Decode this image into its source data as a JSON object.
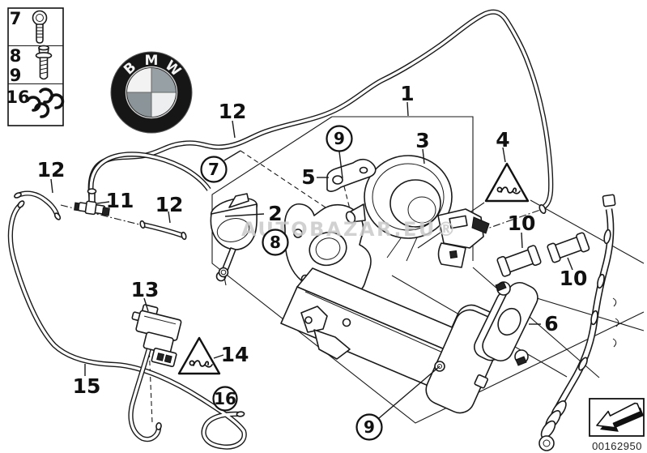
{
  "colors": {
    "line": "#1a1a1a",
    "watermark": "#c9c9c9",
    "logo_gray": "#97a0a5"
  },
  "legend": {
    "rows": [
      {
        "num": "7"
      },
      {
        "num": "8"
      },
      {
        "num": "9"
      },
      {
        "num": "16"
      }
    ]
  },
  "logo": {
    "letters": [
      "B",
      "M",
      "W"
    ]
  },
  "watermark": {
    "text": "AUTOBAZAR.EU®"
  },
  "footer": {
    "part_number": "00162950"
  },
  "callouts": {
    "c1": "1",
    "c2": "2",
    "c3": "3",
    "c4": "4",
    "c5": "5",
    "c6": "6",
    "c7": "7",
    "c8": "8",
    "c9_top": "9",
    "c9_bottom": "9",
    "c10_left": "10",
    "c10_right": "10",
    "c11": "11",
    "c12_top": "12",
    "c12_left": "12",
    "c12_mid": "12",
    "c13": "13",
    "c14": "14",
    "c15": "15",
    "c16": "16"
  }
}
